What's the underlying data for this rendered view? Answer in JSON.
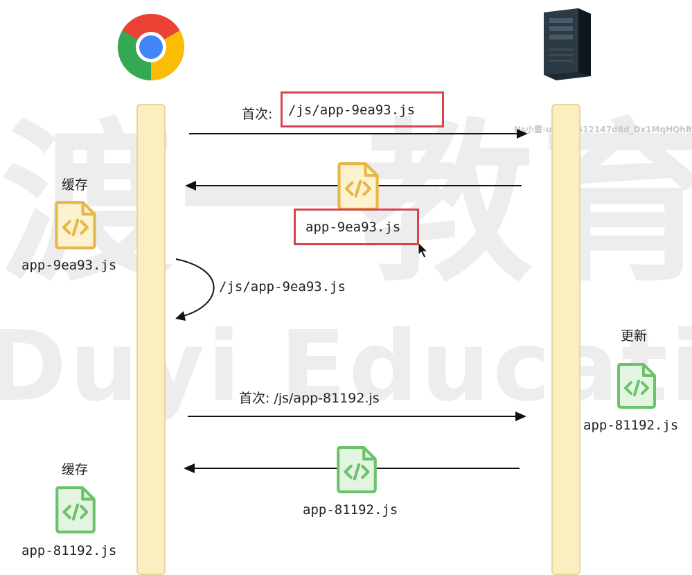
{
  "watermark": {
    "chinese": "渡一教育",
    "english": "Duyi Education",
    "user_id": "Ns小雷-u_66f1612147d8d_Dx1MqHQhB"
  },
  "first_request": {
    "prefix": "首次:",
    "path": "/js/app-9ea93.js"
  },
  "first_response": {
    "file": "app-9ea93.js"
  },
  "client_cache_1": {
    "label": "缓存",
    "file": "app-9ea93.js"
  },
  "cache_hit_request": {
    "path": "/js/app-9ea93.js"
  },
  "server_update": {
    "label": "更新",
    "file": "app-81192.js"
  },
  "second_request": {
    "text": "首次: /js/app-81192.js"
  },
  "second_response": {
    "file": "app-81192.js"
  },
  "client_cache_2": {
    "label": "缓存",
    "file": "app-81192.js"
  },
  "colors": {
    "lifeline_fill": "#fbeec0",
    "highlight_box": "#d9434d",
    "old_file_icon": "#e6b84a",
    "new_file_icon": "#6cc26c"
  },
  "icons": {
    "client": "chrome-browser-icon",
    "server": "server-tower-icon",
    "file": "code-file-icon"
  }
}
